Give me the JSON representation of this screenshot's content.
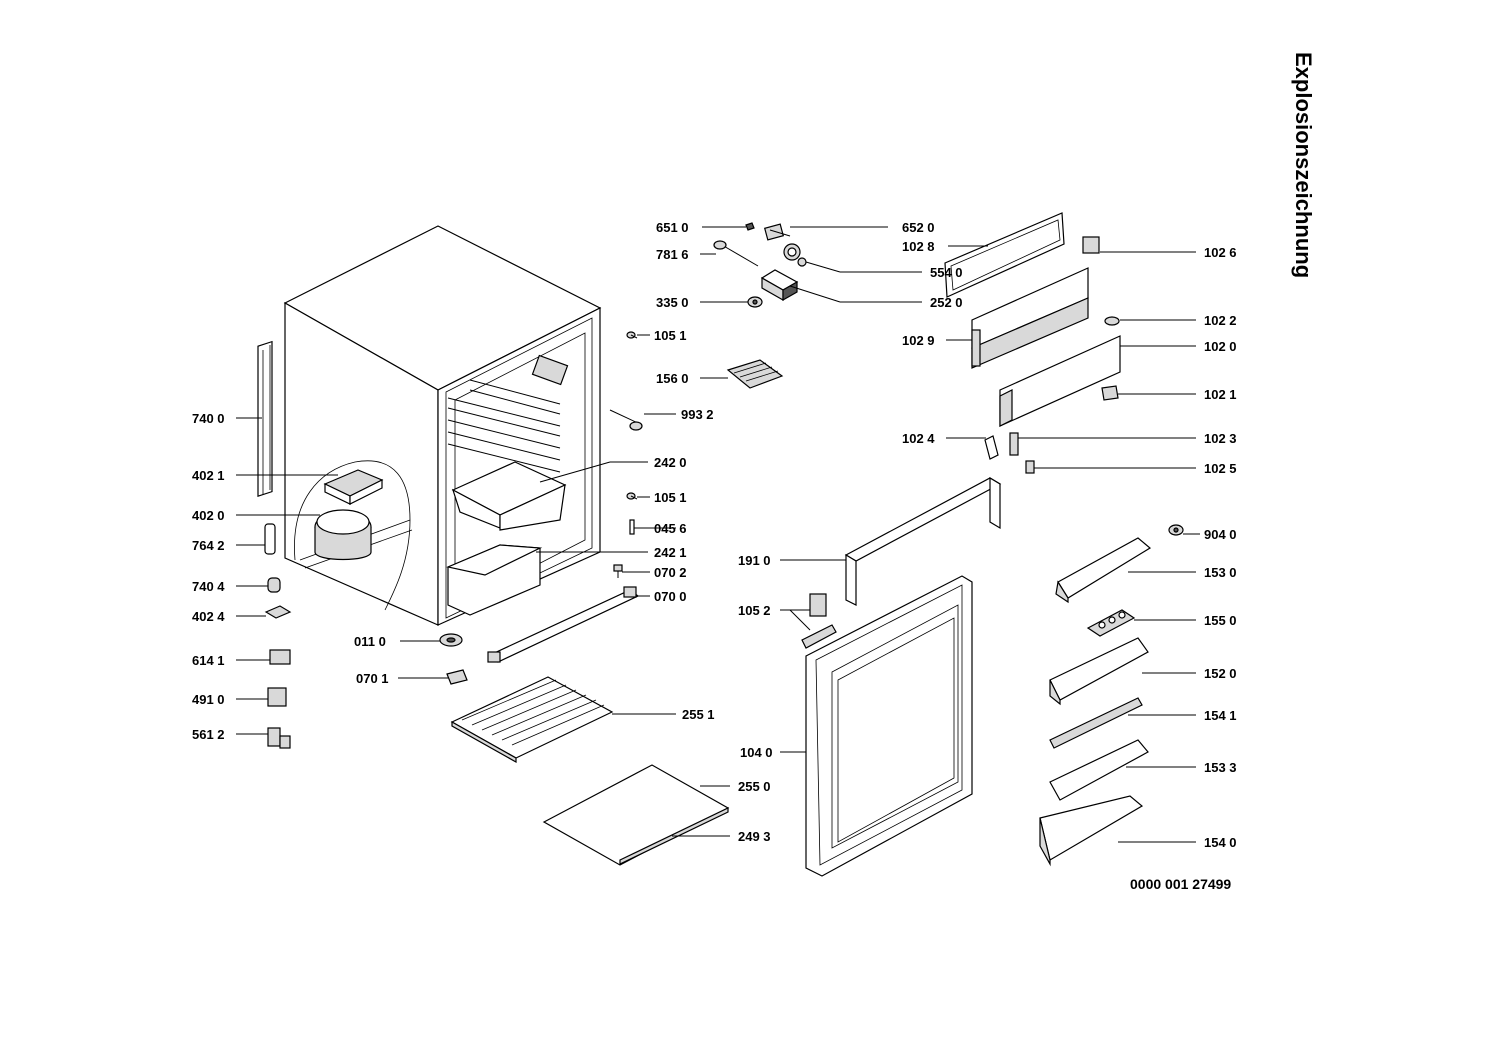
{
  "title": "Explosionszeichnung",
  "drawing_number": "0000 001 27499",
  "labels": {
    "l6510": "651 0",
    "l6520": "652 0",
    "l1028": "102 8",
    "l1026": "102 6",
    "l7816": "781 6",
    "l5540": "554 0",
    "l3350": "335 0",
    "l2520": "252 0",
    "l1051a": "105 1",
    "l1022": "102 2",
    "l1029": "102 9",
    "l1020": "102 0",
    "l1560": "156 0",
    "l1021": "102 1",
    "l9932": "993 2",
    "l7400": "740 0",
    "l1024": "102 4",
    "l1023": "102 3",
    "l2420": "242 0",
    "l4021": "402 1",
    "l1025": "102 5",
    "l1051b": "105 1",
    "l4020": "402 0",
    "l0456": "045 6",
    "l9040": "904 0",
    "l7642": "764 2",
    "l2421": "242 1",
    "l1910": "191 0",
    "l0702": "070 2",
    "l1530": "153 0",
    "l7404": "740 4",
    "l0700": "070 0",
    "l4024": "402 4",
    "l1052": "105 2",
    "l1550": "155 0",
    "l0110": "011 0",
    "l6141": "614 1",
    "l1520": "152 0",
    "l0701": "070 1",
    "l4910": "491 0",
    "l2551": "255 1",
    "l1541": "154 1",
    "l5612": "561 2",
    "l1040": "104 0",
    "l2550": "255 0",
    "l1533": "153 3",
    "l2493": "249 3",
    "l1540": "154 0"
  }
}
